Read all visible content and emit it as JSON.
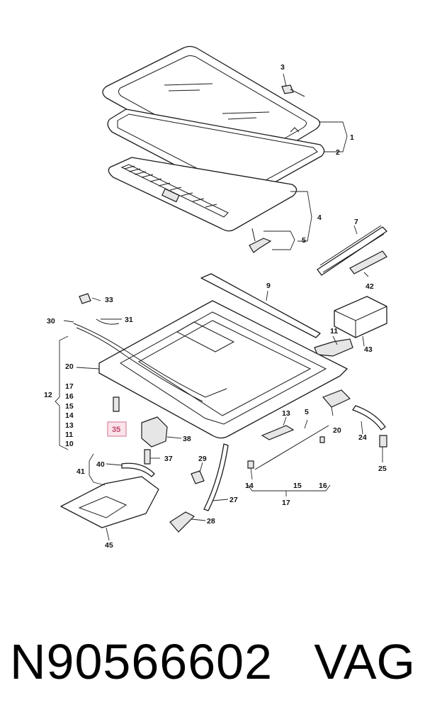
{
  "callouts": {
    "c1": "1",
    "c2": "2",
    "c3": "3",
    "c4": "4",
    "c5a": "5",
    "c7": "7",
    "c9": "9",
    "c10": "10",
    "c11a": "11",
    "c11b": "11",
    "c12": "12",
    "c13a": "13",
    "c13b": "13",
    "c14a": "14",
    "c14b": "14",
    "c15a": "15",
    "c15b": "15",
    "c16a": "16",
    "c16b": "16",
    "c17a": "17",
    "c17b": "17",
    "c20a": "20",
    "c20b": "20",
    "c24": "24",
    "c25": "25",
    "c27": "27",
    "c28": "28",
    "c29": "29",
    "c30": "30",
    "c31": "31",
    "c33": "33",
    "c35": "35",
    "c37": "37",
    "c38": "38",
    "c40": "40",
    "c41": "41",
    "c42": "42",
    "c43": "43",
    "c45": "45",
    "c5b": "5"
  },
  "highlight_color": "#c0486b",
  "footer": {
    "part_number": "N90566602",
    "brand": "VAG"
  }
}
